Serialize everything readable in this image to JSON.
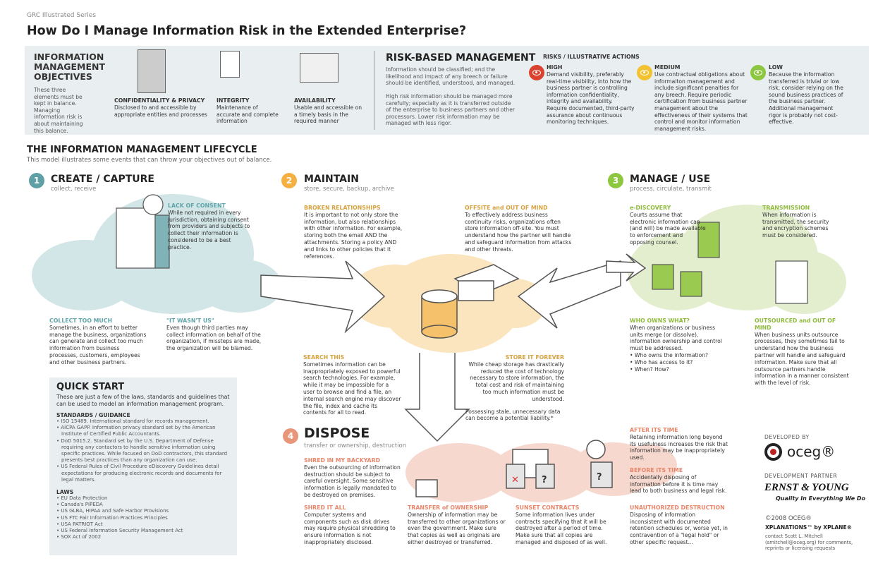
{
  "series": "GRC Illustrated Series",
  "title": "How Do I Manage Information Risk in the Extended Enterprise?",
  "objectives": {
    "heading": "INFORMATION MANAGEMENT OBJECTIVES",
    "text": "These three elements must be kept in balance. Managing information risk is about maintaining this balance.",
    "items": [
      {
        "title": "CONFIDENTIALITY & PRIVACY",
        "text": "Disclosed to and accessible by appropriate entities and processes"
      },
      {
        "title": "INTEGRITY",
        "text": "Maintenance of accurate and complete information"
      },
      {
        "title": "AVAILABILITY",
        "text": "Usable and accessible on a timely basis in the required manner"
      }
    ]
  },
  "risk": {
    "heading": "RISK-BASED MANAGEMENT",
    "p1": "Information should be classified; and the likelihood and impact of any breech or failure should be identified, understood, and managed.",
    "p2": "High risk information should be managed more carefully; especially as it is transferred outside of the enterprise to business partners and other processors. Lower risk information may be managed with less rigor.",
    "actions_heading": "RISKS / ILLUSTRATIVE ACTIONS",
    "levels": [
      {
        "label": "HIGH",
        "color": "#d9432f",
        "text": "Demand visibility, preferably real-time visibility, into how the business partner is controlling information confidentiality, integrity and availability. Require documented, third-party assurance about continuous monitoring techniques."
      },
      {
        "label": "MEDIUM",
        "color": "#f2c230",
        "text": "Use contractual obligations about informaiton management and include significant penalties for any breech. Require periodic certification from business partner management about the effectiveness of their systems that control and monitor information management risks."
      },
      {
        "label": "LOW",
        "color": "#8dc63f",
        "text": "Because the information transferred is trivial or low risk, consider relying on the sound business practices of the business partner. Additional management rigor is probably not cost-effective."
      }
    ]
  },
  "lifecycle": {
    "heading": "THE INFORMATION MANAGEMENT LIFECYCLE",
    "subtitle": "This model illustrates some events that can throw your objectives out of balance.",
    "stages": [
      {
        "num": "1",
        "title": "CREATE / CAPTURE",
        "sub": "collect, receive",
        "color": "#5fa0a6",
        "notes": [
          {
            "h": "LACK OF CONSENT",
            "t": "While not required in every jurisdiction, obtaining consent from providers and subjects to collect their information is considered to be a best practice."
          },
          {
            "h": "COLLECT TOO MUCH",
            "t": "Sometimes, in an effort to better manage the business, organizations can generate and collect too much information from business processes, customers, employees and other business partners."
          },
          {
            "h": "\"IT WASN'T US\"",
            "t": "Even though third parties may collect information on behalf of the organization, if missteps are made, the organization will be blamed."
          }
        ]
      },
      {
        "num": "2",
        "title": "MAINTAIN",
        "sub": "store, secure, backup, archive",
        "color": "#f5b041",
        "notes": [
          {
            "h": "BROKEN RELATIONSHIPS",
            "t": "It is important to not only store the information, but also relationships with other information. For example, storing both the email AND the attachments. Storing a policy AND and links to other policies that it references."
          },
          {
            "h": "OFFSITE and OUT OF MIND",
            "t": "To effectively address business continuity risks, organizations often store information off-site. You must understand how the partner will handle and safeguard information from attacks and other threats."
          },
          {
            "h": "SEARCH THIS",
            "t": "Sometimes information can be inappropriately exposed to powerful search technologies. For example, while it may be impossible for a user to browse and find a file, an internal search engine may discover the file, index and cache its contents for all to read."
          },
          {
            "h": "STORE IT FOREVER",
            "t": "While cheap storage has drastically reduced the cost of technology necessary to store information, the total cost and risk of maintaining too much information must be understood.",
            "t2": "Possessing stale, unnecessary data can become a potential liability.*"
          }
        ]
      },
      {
        "num": "3",
        "title": "MANAGE / USE",
        "sub": "process, circulate, transmit",
        "color": "#8dc63f",
        "notes": [
          {
            "h": "e-DISCOVERY",
            "t": "Courts assume that electronic information can (and will) be made available to enforcement and opposing counsel."
          },
          {
            "h": "TRANSMISSION",
            "t": "When information is transmitted, the security and encryption schemes must be considered."
          },
          {
            "h": "WHO OWNS WHAT?",
            "t": "When organizations or business units merge (or dissolve), information ownership and control must be addressed.",
            "bullets": [
              "Who owns the information?",
              "Who has access to it?",
              "When? How?"
            ]
          },
          {
            "h": "OUTSOURCED and OUT OF MIND",
            "t": "When business units outsource processes, they sometimes fail to understand how the business partner will handle and safeguard information. Make sure that all outsource partners handle information in a manner consistent with the level of risk."
          }
        ]
      },
      {
        "num": "4",
        "title": "DISPOSE",
        "sub": "transfer or ownership, destruction",
        "color": "#e8967a",
        "notes": [
          {
            "h": "SHRED IN MY BACKYARD",
            "t": "Even the outsourcing of information destruction should be subject to careful oversight. Some sensitive information is legally mandated to be destroyed on premises."
          },
          {
            "h": "SHRED IT ALL",
            "t": "Computer systems and components such as disk drives may require physical shredding to ensure information is not inappropriately disclosed."
          },
          {
            "h": "TRANSFER of OWNERSHIP",
            "t": "Ownership of information may be transferred to other organizations or even the government. Make sure that copies as well as originals are either destroyed or transferred."
          },
          {
            "h": "SUNSET CONTRACTS",
            "t": "Some information lives under contracts specifying that it will be destroyed after a period of time. Make sure that all copies are managed and disposed of as well."
          },
          {
            "h": "AFTER ITS TIME",
            "t": "Retaining information long beyond its usefulness increases the risk that information may be inappropriately used."
          },
          {
            "h": "BEFORE ITS TIME",
            "t": "Accidentally disposing of information before it is time may lead to both business and legal risk."
          },
          {
            "h": "UNAUTHORIZED DESTRUCTION",
            "t": "Disposing of information inconsistent with documented retention schedules or, worse yet, in contravention of a \"legal hold\" or other specific request..."
          }
        ]
      }
    ]
  },
  "quick_start": {
    "heading": "QUICK START",
    "text": "These are just a few of the laws, standards and guidelines that can be used to model an information management program.",
    "standards_heading": "STANDARDS / GUIDANCE",
    "standards": [
      "ISO 15489. International standard for records management.",
      "AICPA GAPP. Information privacy standard set by the American Institute of Certified Public Accountants.",
      "DoD 5015.2. Standard set by the U.S. Department of Defense requiring any contactors to handle sensitive information using specific practices. While focused on DoD contractors, this standard presents best practices than any organization can use.",
      "US Federal Rules of Civil Procedure eDiscovery Guidelines detail expectations for producing electronic records and documents for legal matters."
    ],
    "laws_heading": "LAWS",
    "laws": [
      "EU Data Protection",
      "Canada's PIPEDA",
      "US GLBA, HIPAA and Safe Harbor Provisions",
      "US FTC Fair Information Practices Principles",
      "USA PATRIOT Act",
      "US Federal Information Security Management Act",
      "SOX Act of 2002"
    ]
  },
  "credits": {
    "developed_by": "DEVELOPED BY",
    "oceg": "oceg®",
    "partner": "DEVELOPMENT PARTNER",
    "ey": "ERNST & YOUNG",
    "ey_tag": "Quality In Everything We Do",
    "copyright": "©2008 OCEG®",
    "xplanations": "XPLANATIONS™ by XPLANE®",
    "contact": "contact Scott L. Mitchell (smitchell@oceg.org) for comments, reprints or licensing requests"
  }
}
